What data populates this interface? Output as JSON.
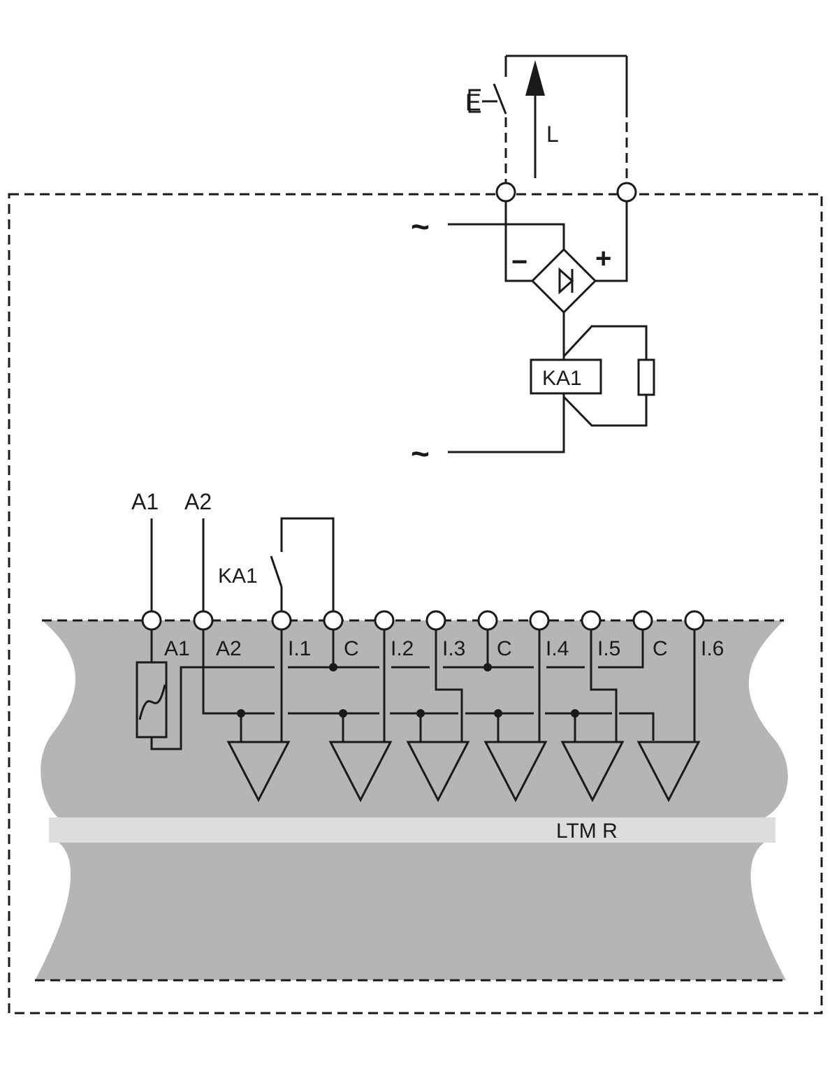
{
  "diagram": {
    "top": {
      "switch_label": "E",
      "load_label": "L",
      "ac_symbol_top": "~",
      "ac_symbol_bottom": "~",
      "minus_sign": "−",
      "plus_sign": "+",
      "relay_label": "KA1"
    },
    "inputs": {
      "external_a1": "A1",
      "external_a2": "A2",
      "contact_label": "KA1",
      "terminals": [
        "A1",
        "A2",
        "I.1",
        "C",
        "I.2",
        "I.3",
        "C",
        "I.4",
        "I.5",
        "C",
        "I.6"
      ]
    },
    "device_label": "LTM R",
    "colors": {
      "line": "#1a1a1a",
      "device_body": "#b4b5b7",
      "device_band": "#dcdddf",
      "background": "#ffffff"
    }
  }
}
